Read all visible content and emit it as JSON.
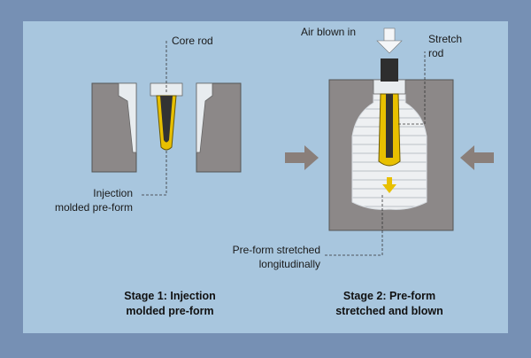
{
  "labels": {
    "core_rod": "Core rod",
    "injection_line1": "Injection",
    "injection_line2": "molded pre-form",
    "air_blown": "Air blown in",
    "stretch_line1": "Stretch",
    "stretch_line2": "rod",
    "preform_stretched_line1": "Pre-form stretched",
    "preform_stretched_line2": "longitudinally"
  },
  "captions": {
    "stage1_line1": "Stage 1: Injection",
    "stage1_line2": "molded pre-form",
    "stage2_line1": "Stage 2: Pre-form",
    "stage2_line2": "stretched and blown"
  },
  "colors": {
    "frame": "#7690b4",
    "panel": "#a8c6de",
    "mold": "#8c8888",
    "preform": "#e8c000",
    "core_rod": "#333333",
    "cavity": "#e8ecef",
    "arrow": "#8a7f7a"
  }
}
